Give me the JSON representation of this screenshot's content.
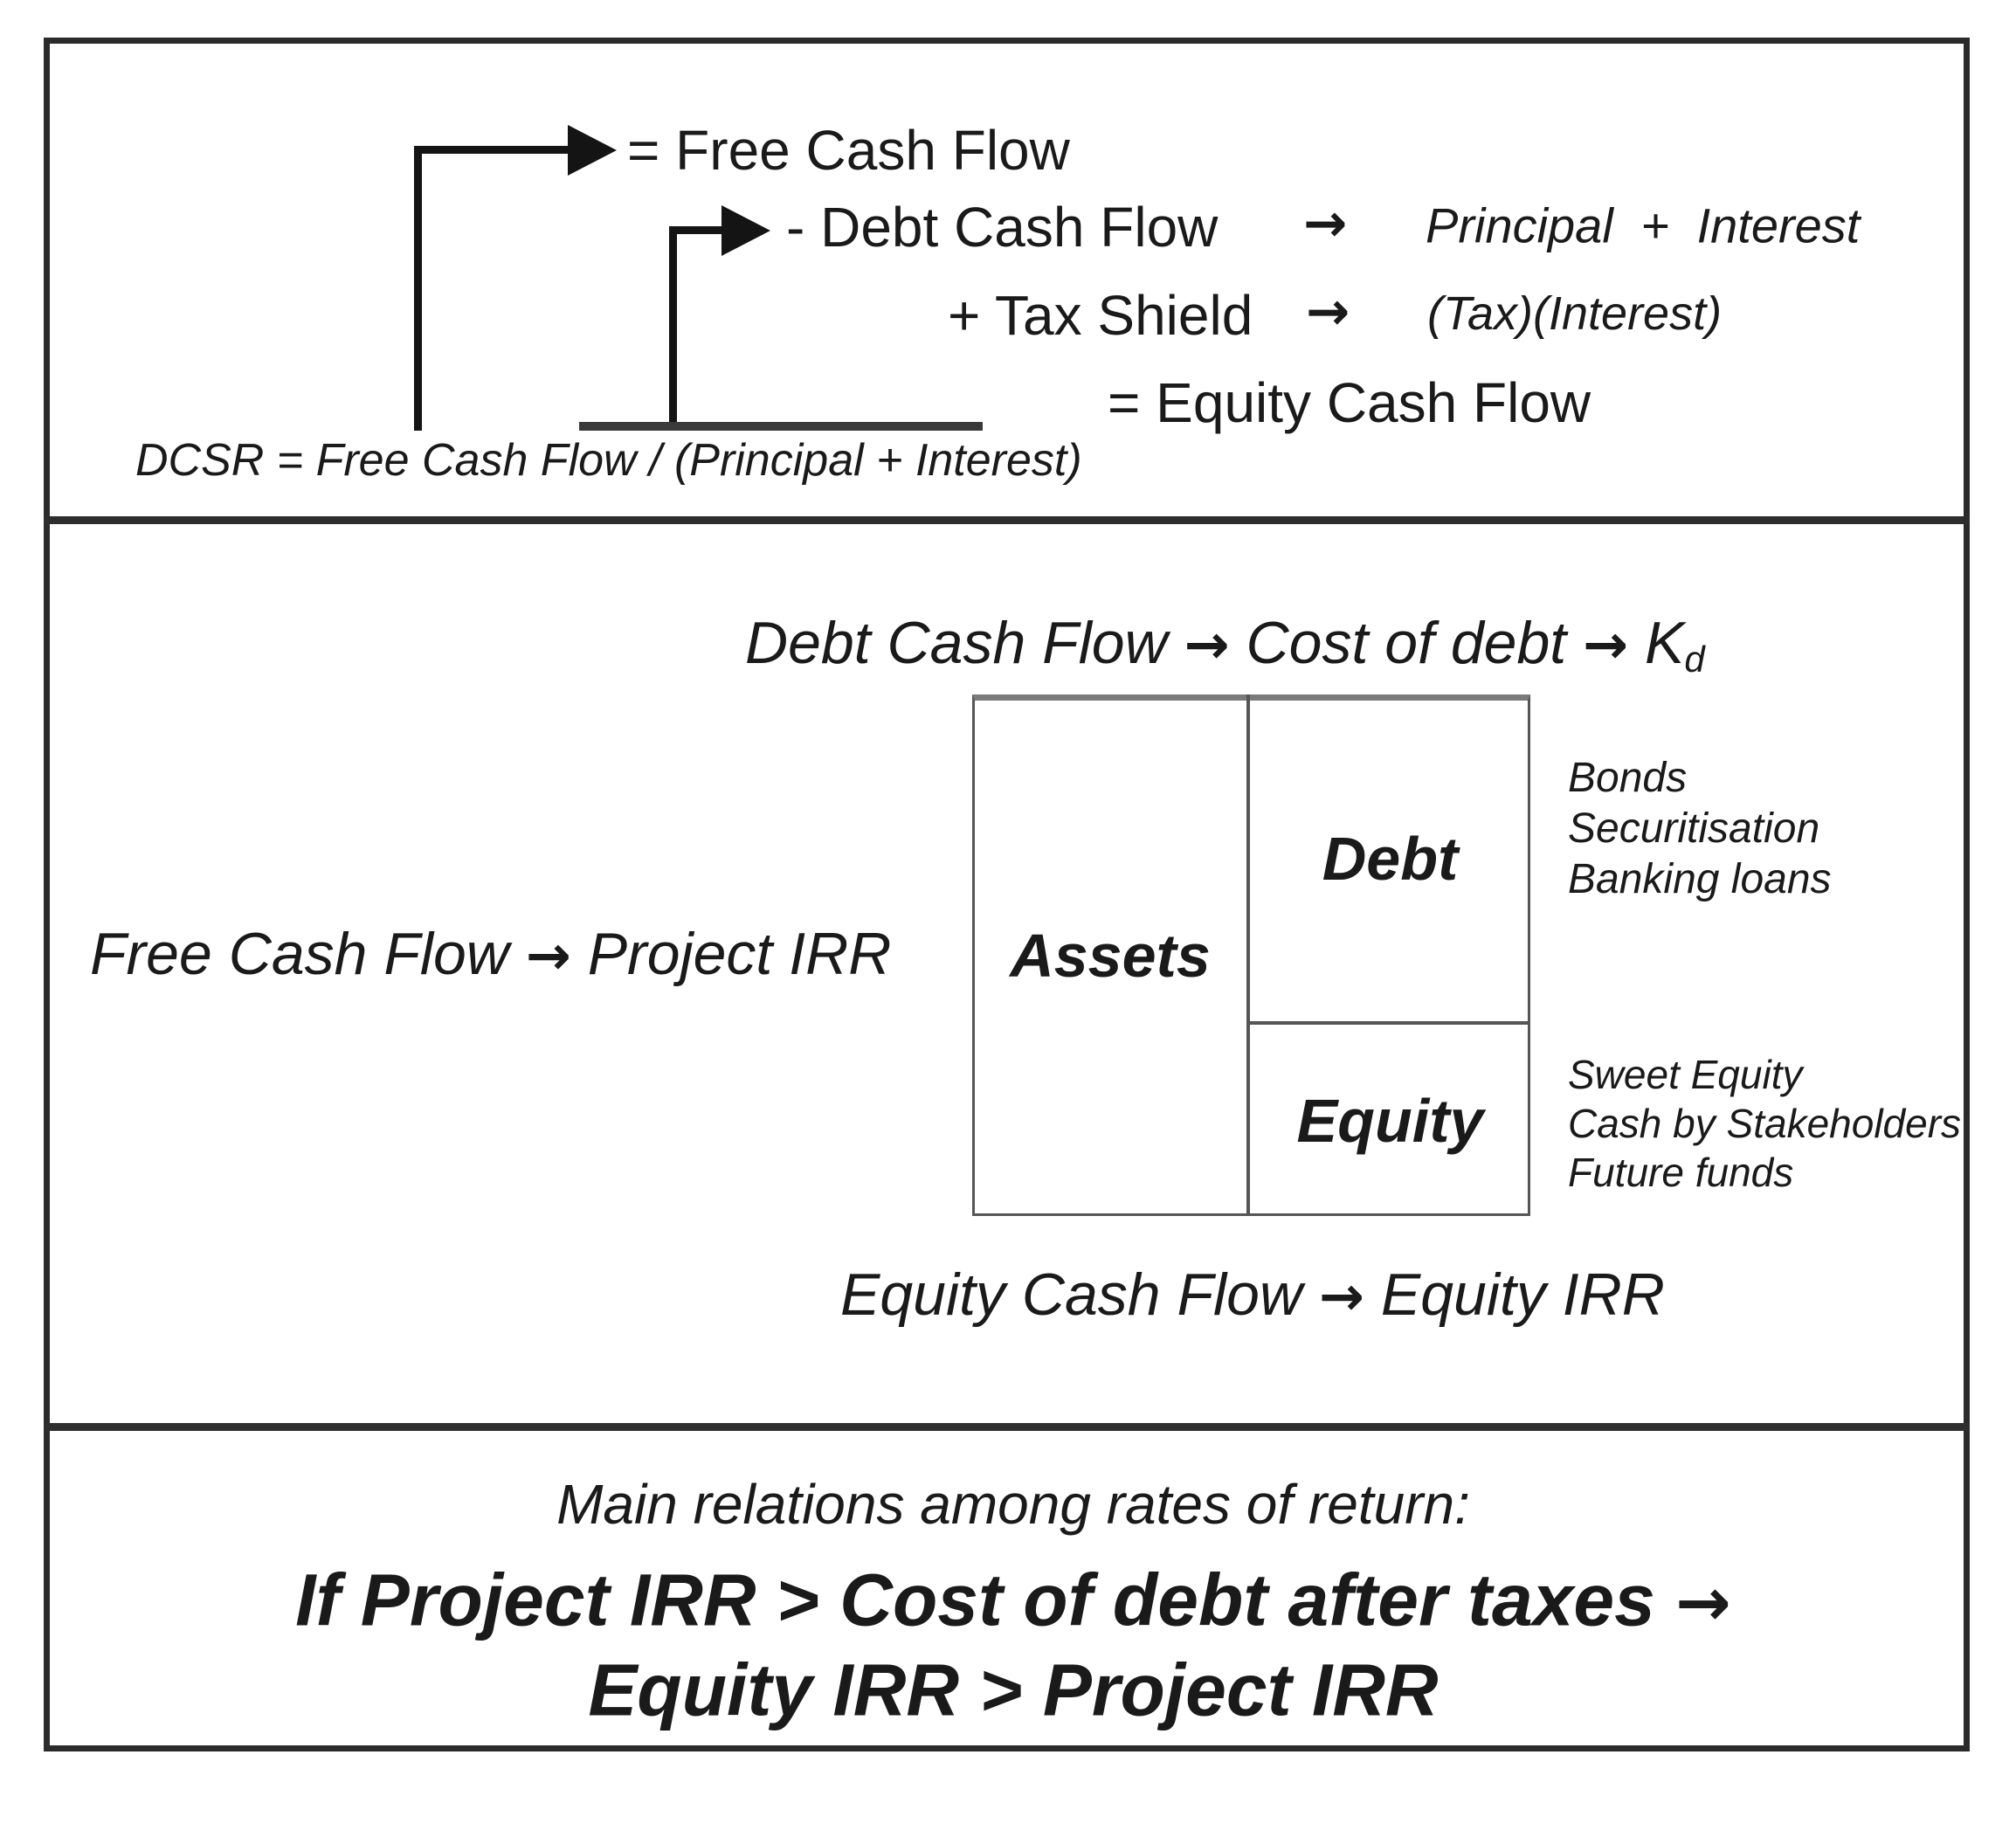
{
  "colors": {
    "background": "#ffffff",
    "text": "#1a1a1a",
    "frame_border": "#2b2b2b",
    "drawn_line": "#141414",
    "box_border": "#555555"
  },
  "top_panel": {
    "arrow": "→",
    "free_cash_flow": "= Free Cash Flow",
    "debt_cash_flow": "- Debt Cash Flow",
    "debt_cash_flow_detail": "Principal + Interest",
    "tax_shield": "+ Tax Shield",
    "tax_shield_detail": "(Tax)(Interest)",
    "equity_cash_flow": "= Equity Cash Flow",
    "dcsr_formula": "DCSR = Free Cash Flow / (Principal + Interest)"
  },
  "middle_panel": {
    "arrow": "→",
    "debt_line": {
      "from": "Debt Cash Flow",
      "to": "Cost of debt",
      "symbol": "K",
      "symbol_sub": "d"
    },
    "free_line": {
      "from": "Free Cash Flow",
      "to": "Project IRR"
    },
    "equity_line": {
      "from": "Equity Cash Flow",
      "to": "Equity IRR"
    },
    "balance_sheet": {
      "assets": "Assets",
      "debt": "Debt",
      "equity": "Equity"
    },
    "debt_sources": [
      "Bonds",
      "Securitisation",
      "Banking loans"
    ],
    "equity_sources": [
      "Sweet Equity",
      "Cash by Stakeholders",
      "Future funds"
    ]
  },
  "bottom_panel": {
    "title": "Main relations among rates of return:",
    "relation_1": "If Project IRR > Cost of debt after taxes",
    "relation_1_arrow": "→",
    "relation_2": "Equity IRR > Project IRR"
  }
}
